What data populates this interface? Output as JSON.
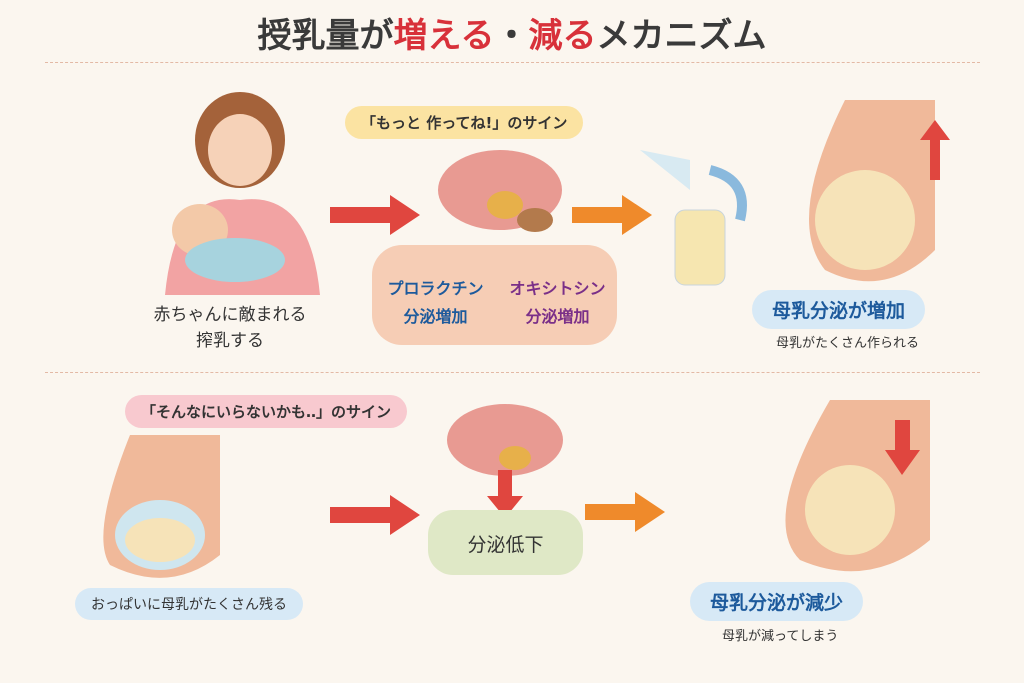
{
  "title": {
    "part1": "授乳量が",
    "part2": "増える",
    "sep": "・",
    "part3": "減る",
    "part4": "メカニズム"
  },
  "top": {
    "sign": "「もっと 作ってね!」のサイン",
    "baby_label_1": "赤ちゃんに敵まれる",
    "baby_label_2": "搾乳する",
    "prolactin": "プロラクチン",
    "prolactin_sub": "分泌増加",
    "oxytocin": "オキシトシン",
    "oxytocin_sub": "分泌増加",
    "result": "母乳分泌が増加",
    "result_sub": "母乳がたくさん作られる"
  },
  "bottom": {
    "sign": "「そんなにいらないかも‥」のサイン",
    "breast_label": "おっぱいに母乳がたくさん残る",
    "decrease": "分泌低下",
    "result": "母乳分泌が減少",
    "result_sub": "母乳が減ってしまう"
  },
  "colors": {
    "accent": "#d8313a",
    "blue": "#1d5a9c",
    "purple": "#7a2f88"
  }
}
